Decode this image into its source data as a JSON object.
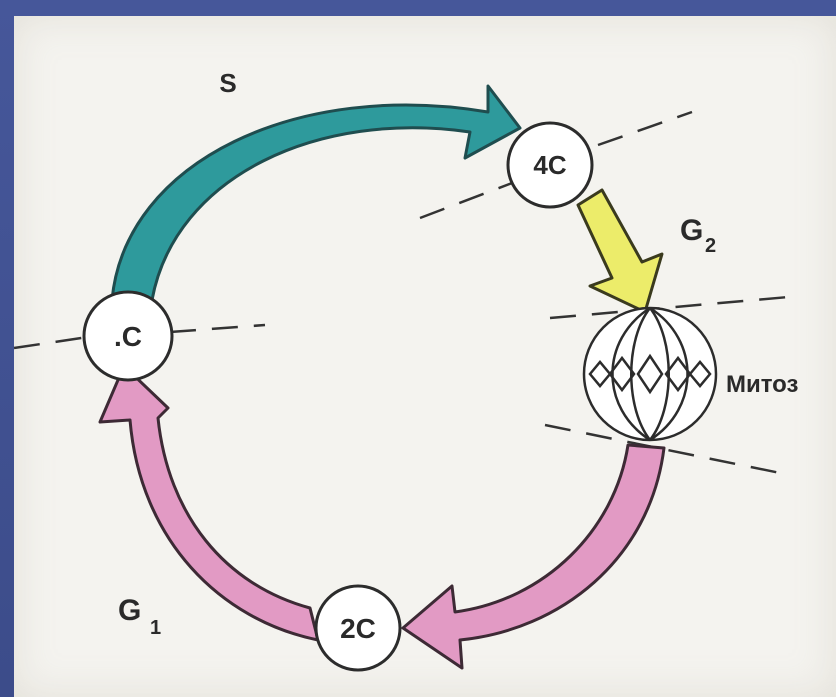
{
  "diagram": {
    "nodes": {
      "c": ".C",
      "c4": "4C",
      "c2": "2C"
    },
    "phases": {
      "s": "S",
      "g2_letter": "G",
      "g2_sub": "2",
      "g1_letter": "G",
      "g1_sub": "1",
      "mitosis": "Митоз"
    },
    "colors": {
      "s_arrow": "#2e9a9c",
      "g2_arrow": "#ecec6a",
      "g1_arrow": "#e29ac4",
      "outline": "#2c2c2c",
      "paper": "#f4f3ef"
    }
  }
}
